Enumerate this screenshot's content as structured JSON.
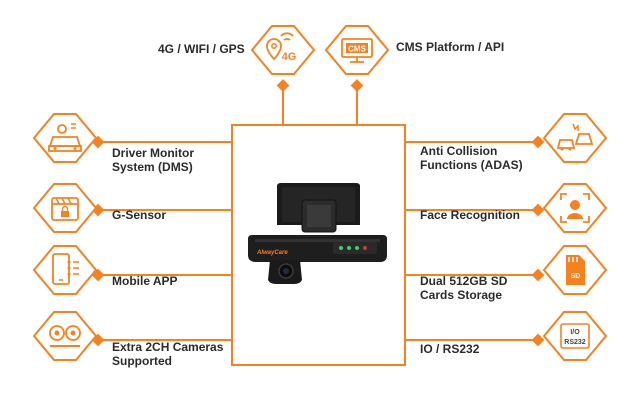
{
  "theme": {
    "accent": "#F5821F",
    "text": "#2b2b2b",
    "device": "#1e1e1e"
  },
  "top": {
    "left": {
      "label": "4G / WIFI / GPS",
      "icon": "wifi-location-4g-icon",
      "badge": "4G"
    },
    "right": {
      "label": "CMS Platform / API",
      "icon": "cms-monitor-icon",
      "badge": "CMS"
    }
  },
  "left_items": [
    {
      "label": "Driver Monitor\nSystem (DMS)",
      "icon": "driver-monitor-icon"
    },
    {
      "label": "G-Sensor",
      "icon": "g-sensor-icon"
    },
    {
      "label": "Mobile APP",
      "icon": "mobile-app-icon"
    },
    {
      "label": "Extra 2CH Cameras\nSupported",
      "icon": "dual-camera-icon"
    }
  ],
  "right_items": [
    {
      "label": "Anti Collision\nFunctions (ADAS)",
      "icon": "collision-icon"
    },
    {
      "label": "Face Recognition",
      "icon": "face-recognition-icon"
    },
    {
      "label": "Dual 512GB SD\nCards Storage",
      "icon": "sd-card-icon",
      "badge": "SD"
    },
    {
      "label": "IO / RS232",
      "icon": "io-rs232-icon",
      "badge_top": "I/O",
      "badge_bottom": "RS232"
    }
  ],
  "device": {
    "brand": "AlwayCare"
  }
}
